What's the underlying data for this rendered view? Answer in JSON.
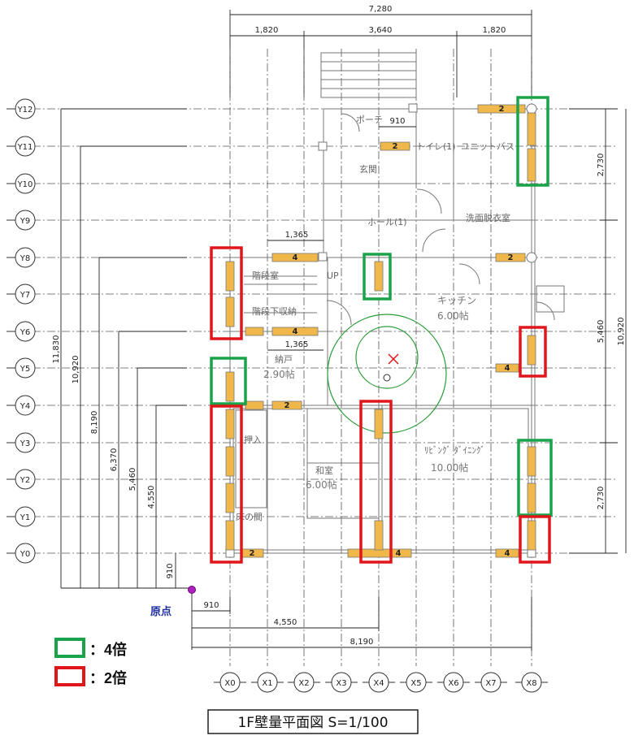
{
  "title": "1F壁量平面図 S=1/100",
  "origin_label": "原点",
  "legend": {
    "green_label": "：4倍",
    "red_label": "：2倍",
    "green_color": "#1aa34a",
    "red_color": "#e0161b"
  },
  "colors": {
    "wall_panel": "#f0b84a",
    "accent_circle": "#2a9d3a",
    "marker": "#e0161b",
    "origin_dot": "#b020c0"
  },
  "axes": {
    "x": [
      "X0",
      "X1",
      "X2",
      "X3",
      "X4",
      "X5",
      "X6",
      "X7",
      "X8"
    ],
    "y": [
      "Y12",
      "Y11",
      "Y10",
      "Y9",
      "Y8",
      "Y7",
      "Y6",
      "Y5",
      "Y4",
      "Y3",
      "Y2",
      "Y1",
      "Y0"
    ]
  },
  "dimensions": {
    "top_total": "7,280",
    "top_left": "1,820",
    "top_mid": "3,640",
    "top_right": "1,820",
    "right_top": "2,730",
    "right_mid": "5,460",
    "right_total": "10,920",
    "right_bottom": "2,730",
    "left_totals": [
      "11,830",
      "10,920",
      "8,190",
      "6,370",
      "5,460",
      "4,550",
      "910"
    ],
    "bottom": [
      "910",
      "4,550",
      "8,190"
    ],
    "stair_top": "1,365",
    "stair_bottom": "1,365",
    "porch": "910"
  },
  "rooms": {
    "porch": "ポーチ",
    "entrance": "玄関",
    "toilet": "トイレ(1)",
    "unit_bath": "ユニットバス",
    "hall": "ホール(1)",
    "washroom": "洗面脱衣室",
    "stairs": "階段室",
    "up": "UP",
    "under_stairs": "階段下収納",
    "kitchen": "キッチン",
    "kitchen_area": "6.00帖",
    "storage": "納戸",
    "storage_area": "2.90帖",
    "living": "ﾘﾋﾞﾝｸﾞ ﾀﾞｲﾆﾝｸﾞ",
    "living_area": "10.00帖",
    "japanese": "和室",
    "japanese_area": "6.00帖",
    "alcove": "床の間",
    "closet": "押入"
  },
  "wall_values": {
    "two": "2",
    "four": "4"
  }
}
